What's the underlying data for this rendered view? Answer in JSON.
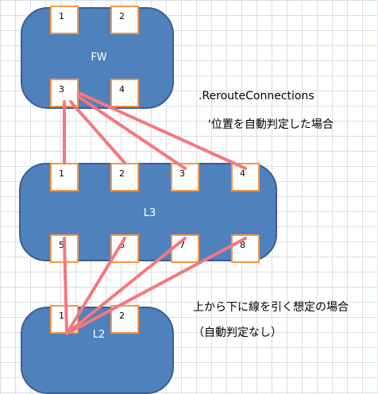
{
  "devices": {
    "fw": {
      "label": "FW",
      "ports": [
        "1",
        "2",
        "3",
        "4"
      ]
    },
    "l3": {
      "label": "L3",
      "ports": [
        "1",
        "2",
        "3",
        "4",
        "5",
        "6",
        "7",
        "8"
      ]
    },
    "l2": {
      "label": "L2",
      "ports": [
        "1",
        "2"
      ]
    }
  },
  "notes": {
    "reroute_method": ".RerouteConnections",
    "reroute_comment": "'位置を自動判定した場合",
    "manual_caption": "上から下に線を引く想定の場合",
    "manual_comment": "（自動判定なし）"
  },
  "colors": {
    "device_fill": "#4f81bd",
    "port_border": "#f79646",
    "connector": "#f4787c"
  },
  "connections": [
    {
      "from": "fw.3",
      "to": "l3.1"
    },
    {
      "from": "fw.3",
      "to": "l3.2"
    },
    {
      "from": "fw.3",
      "to": "l3.3"
    },
    {
      "from": "fw.3",
      "to": "l3.4"
    },
    {
      "from": "l3.5",
      "to": "l2.1"
    },
    {
      "from": "l3.6",
      "to": "l2.1"
    },
    {
      "from": "l3.7",
      "to": "l2.1"
    },
    {
      "from": "l3.8",
      "to": "l2.1"
    }
  ]
}
